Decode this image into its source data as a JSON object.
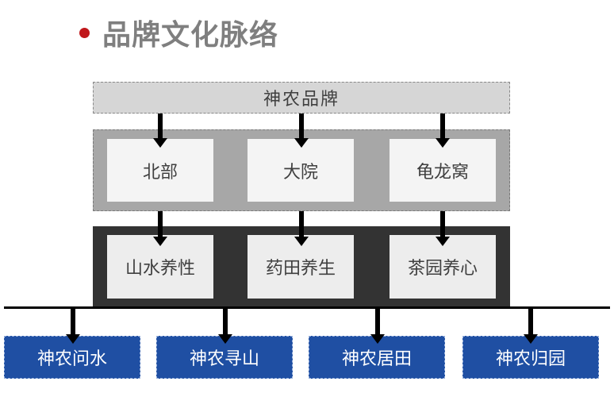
{
  "title": "品牌文化脉络",
  "brand": "神农品牌",
  "tier1": [
    "北部",
    "大院",
    "龟龙窝"
  ],
  "tier2": [
    "山水养性",
    "药田养生",
    "茶园养心"
  ],
  "outputs": [
    "神农问水",
    "神农寻山",
    "神农居田",
    "神农归园"
  ],
  "colors": {
    "bullet": "#c0171b",
    "title": "#7f7f7f",
    "output_fill": "#1f4fa3",
    "dark_band": "#333333",
    "mid_band": "#a7a7a7",
    "top_band": "#d6d6d6"
  }
}
